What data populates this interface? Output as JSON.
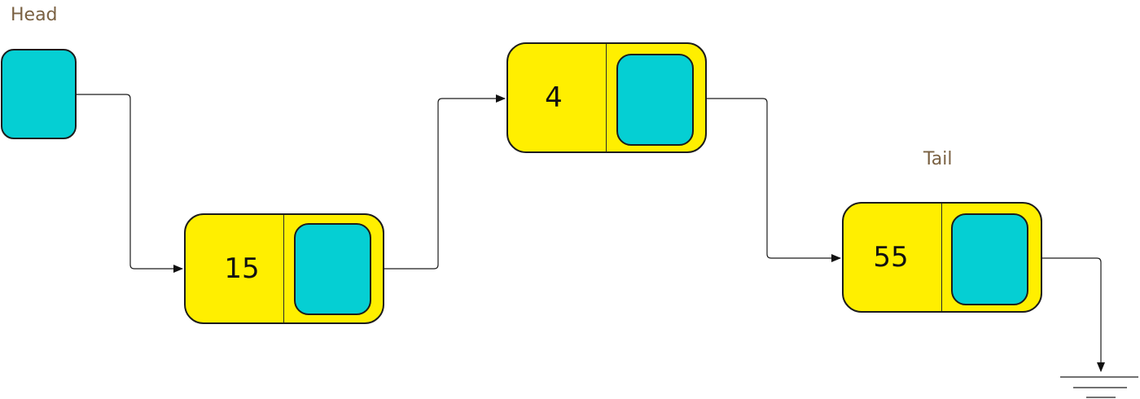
{
  "labels": {
    "head": "Head",
    "tail": "Tail"
  },
  "nodes": [
    {
      "value": "15"
    },
    {
      "value": "4"
    },
    {
      "value": "55"
    }
  ],
  "colors": {
    "node_fill": "#ffef00",
    "pointer_fill": "#05cfd3",
    "label_text": "#7a6142",
    "line": "#1c1c1c"
  }
}
